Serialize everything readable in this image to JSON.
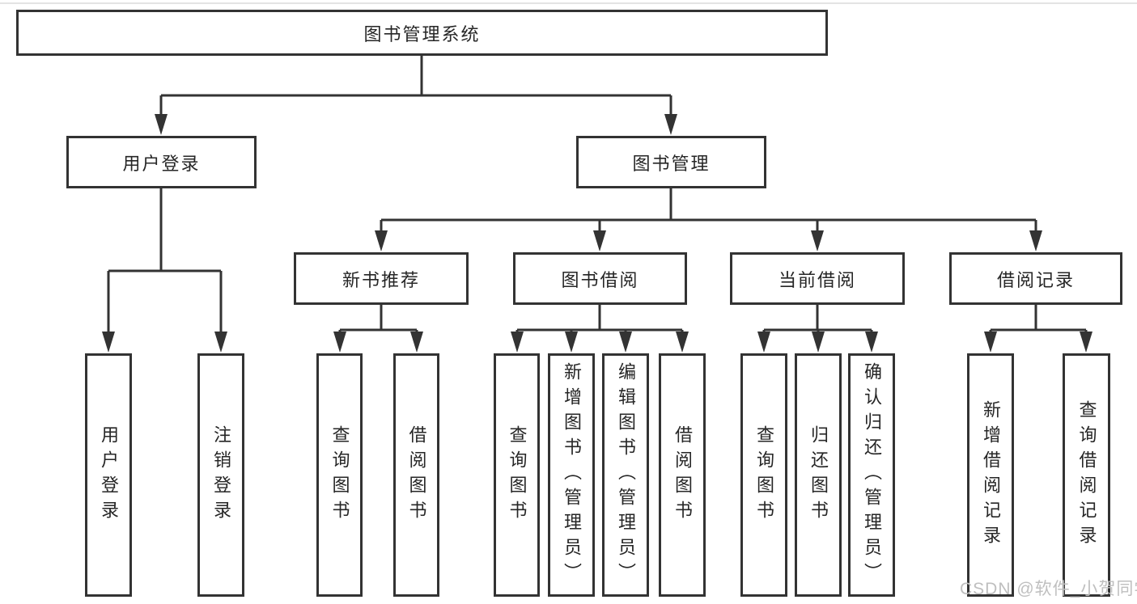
{
  "diagram": {
    "root": {
      "label": "图书管理系统"
    },
    "branches": [
      {
        "label": "用户登录",
        "children": [
          {
            "label": "用户登录"
          },
          {
            "label": "注销登录"
          }
        ]
      },
      {
        "label": "图书管理",
        "children": [
          {
            "label": "新书推荐",
            "children": [
              {
                "label": "查询图书"
              },
              {
                "label": "借阅图书"
              }
            ]
          },
          {
            "label": "图书借阅",
            "children": [
              {
                "label": "查询图书"
              },
              {
                "label": "新增图书（管理员）"
              },
              {
                "label": "编辑图书（管理员）"
              },
              {
                "label": "借阅图书"
              }
            ]
          },
          {
            "label": "当前借阅",
            "children": [
              {
                "label": "查询图书"
              },
              {
                "label": "归还图书"
              },
              {
                "label": "确认归还（管理员）"
              }
            ]
          },
          {
            "label": "借阅记录",
            "children": [
              {
                "label": "新增借阅记录"
              },
              {
                "label": "查询借阅记录"
              }
            ]
          }
        ]
      }
    ]
  },
  "watermark": {
    "text": "CSDN @软件_小贺同学"
  },
  "colors": {
    "line": "#333333",
    "text": "#262626",
    "watermark": "#bfbfbf",
    "background": "#ffffff"
  }
}
